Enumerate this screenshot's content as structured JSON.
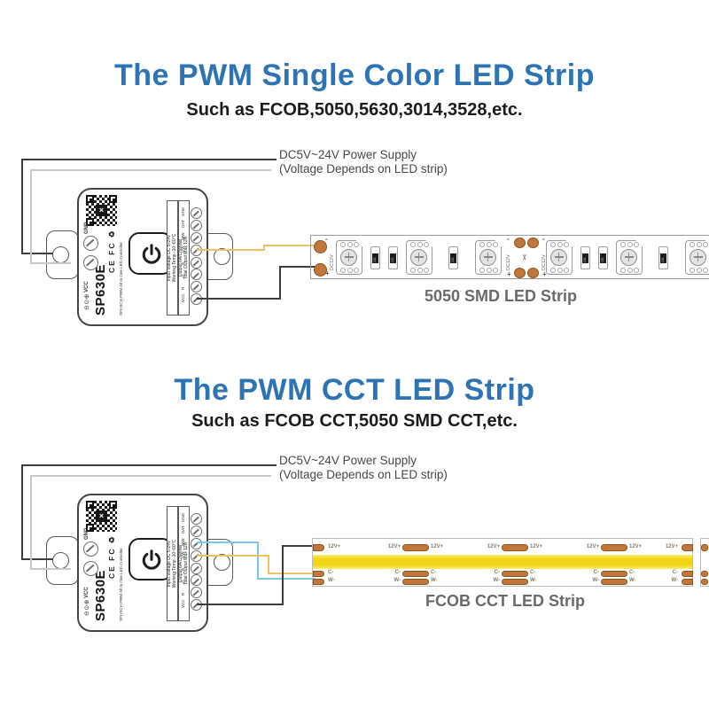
{
  "colors": {
    "title_blue": "#2e74b4",
    "text_dark": "#1c1c1c",
    "label_gray": "#474747",
    "strip_label_gray": "#6a6a6a",
    "wire_black": "#3d3d3d",
    "wire_gray": "#c9c9c9",
    "wire_yellow": "#eec35e",
    "wire_blue": "#79c7e8",
    "copper": "#c1773b",
    "copper_dark": "#91521e",
    "cob_yellow": "#f2d414",
    "cob_yellow_light": "#f9ec6e",
    "pad_text": "#8a7a63"
  },
  "section1": {
    "title": "The PWM Single Color LED Strip",
    "subtitle": "Such as FCOB,5050,5630,3014,3528,etc.",
    "power_line1": "DC5V~24V Power Supply",
    "power_line2": "(Voltage Depends on LED strip)",
    "strip_label": "5050 SMD LED Strip",
    "strip": {
      "voltage_label": "DC12V",
      "plus": "+",
      "minus": "-",
      "resistor_code": "151",
      "scissors_icon": "✂"
    }
  },
  "section2": {
    "title": "The PWM CCT LED Strip",
    "subtitle": "Such as FCOB CCT,5050 SMD CCT,etc.",
    "power_line1": "DC5V~24V Power Supply",
    "power_line2": "(Voltage Depends on LED strip)",
    "strip_label": "FCOB CCT LED Strip",
    "strip": {
      "power_pad_label": "12V+",
      "cool_pad_label": "C-",
      "warm_pad_label": "W-"
    }
  },
  "controller": {
    "model": "SP630E",
    "model_subtitle": "SPI+5CH PWM All In One LED Controller",
    "cert_icons": "CE FC ♻",
    "polarity_icon": "⊖⊙⊕",
    "qr_center_mark": "×",
    "left_terminals": [
      "GND",
      "VCC"
    ],
    "right_terminals": [
      "GND",
      "DAT",
      "WW",
      "CW",
      "B",
      "G",
      "R",
      "VCC"
    ],
    "specs_left": [
      "Input Voltage DC 5-24V",
      "Working Temp -10~60°C"
    ],
    "specs_right": [
      "Output 6A/Channel",
      "Total Output Max 12A"
    ]
  }
}
